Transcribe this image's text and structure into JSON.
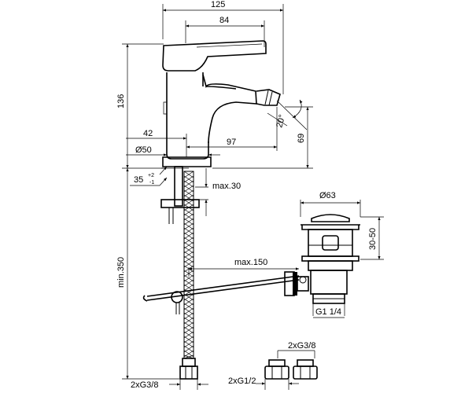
{
  "dimensions": {
    "overall_width": "125",
    "spout_width": "84",
    "body_height": "136",
    "offset_42": "42",
    "base_diameter": "Ø50",
    "reach": "97",
    "outlet_height": "69",
    "angle": "20°",
    "deck_thickness": "35",
    "deck_tol_upper": "+2",
    "deck_tol_lower": "-1",
    "max_deck": "max.30",
    "hose_length": "min.350",
    "rod_length": "max.150",
    "waste_diameter": "Ø63",
    "waste_range": "30-50",
    "waste_thread": "G1 1/4",
    "hose_thread": "2xG3/8",
    "adapter_top": "2xG3/8",
    "adapter_bottom": "2xG1/2"
  }
}
